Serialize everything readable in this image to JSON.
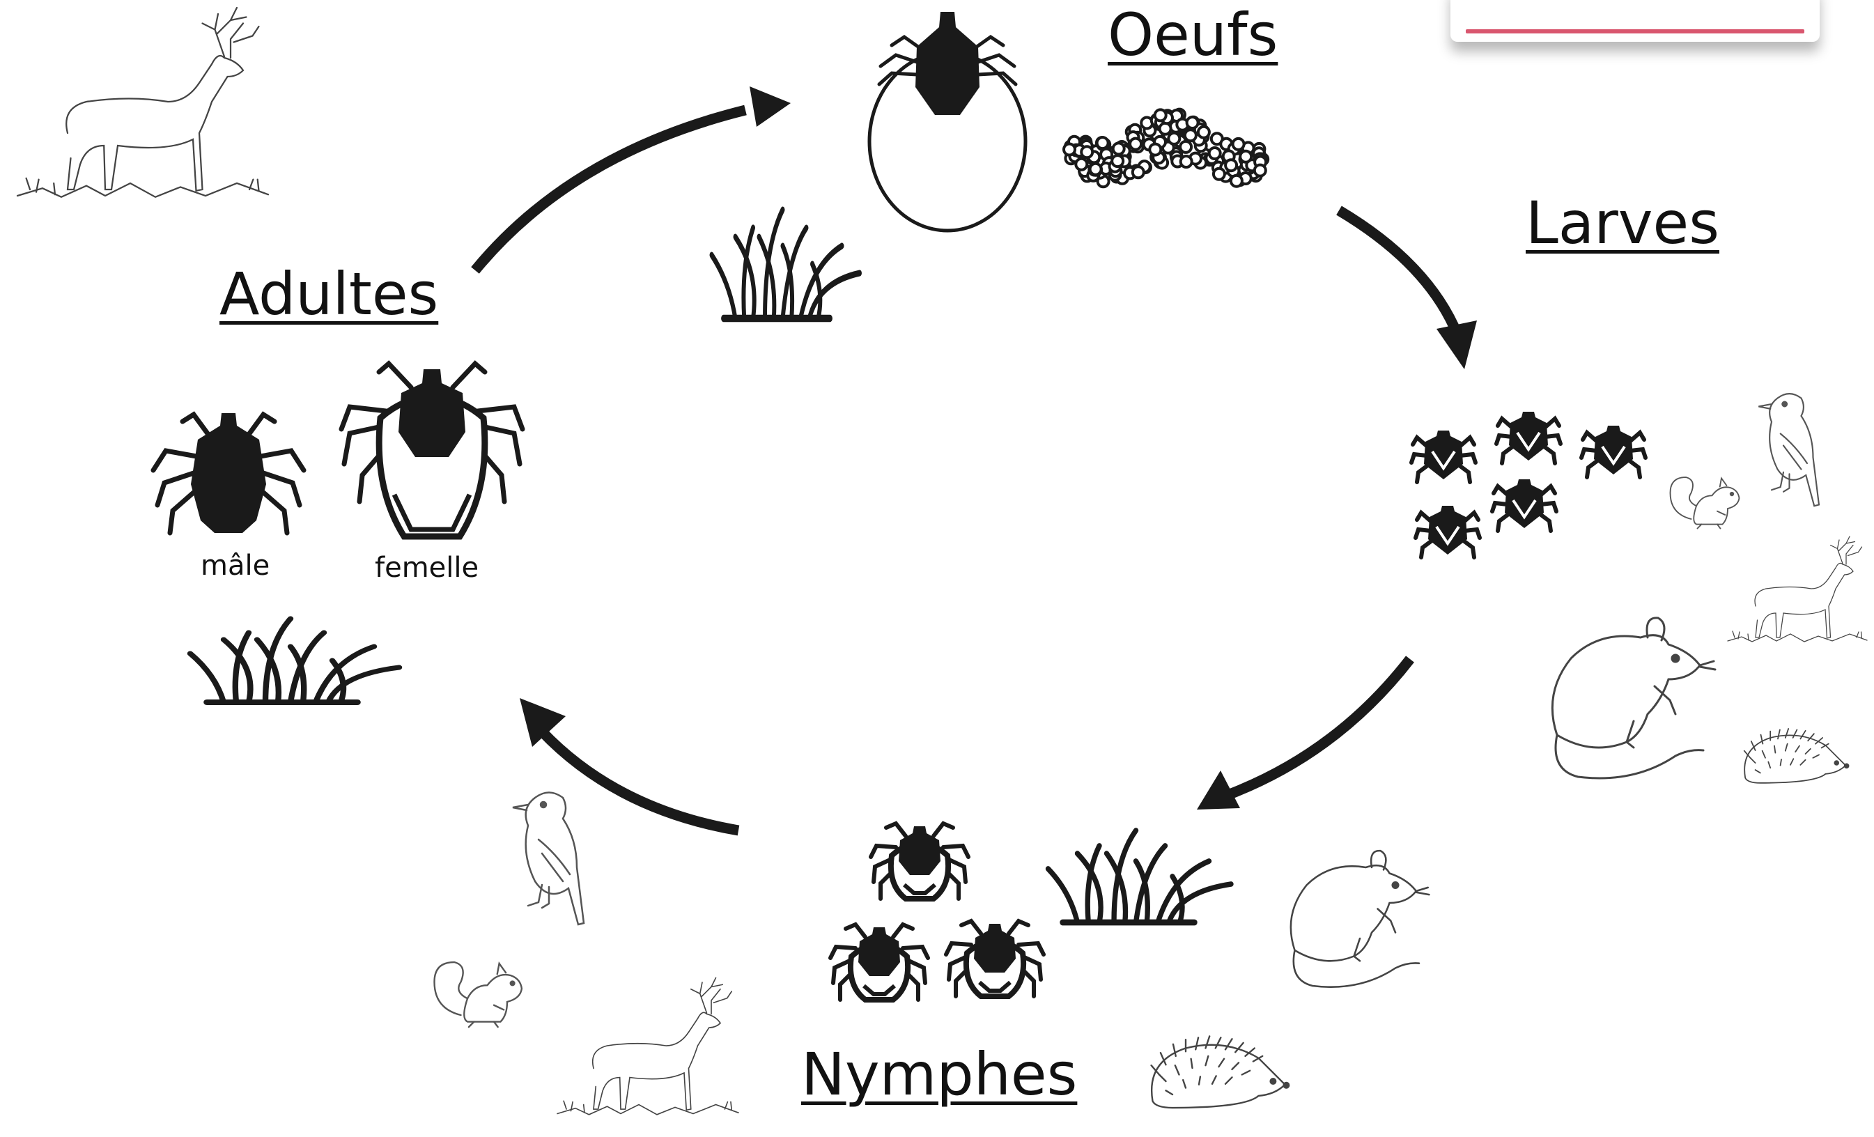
{
  "stages": {
    "eggs": "Oeufs",
    "larvae": "Larves",
    "nymphs": "Nymphes",
    "adults": "Adultes"
  },
  "adult_sexes": {
    "male": "mâle",
    "female": "femelle"
  },
  "colors": {
    "ink": "#1a1a1a",
    "sketch": "#555555",
    "card_accent": "#d9566e"
  },
  "icons": [
    "tick-icon",
    "engorged-tick-icon",
    "egg-mass-icon",
    "grass-icon",
    "deer-icon",
    "bird-icon",
    "squirrel-icon",
    "mouse-icon",
    "hedgehog-icon",
    "arrow-icon"
  ]
}
